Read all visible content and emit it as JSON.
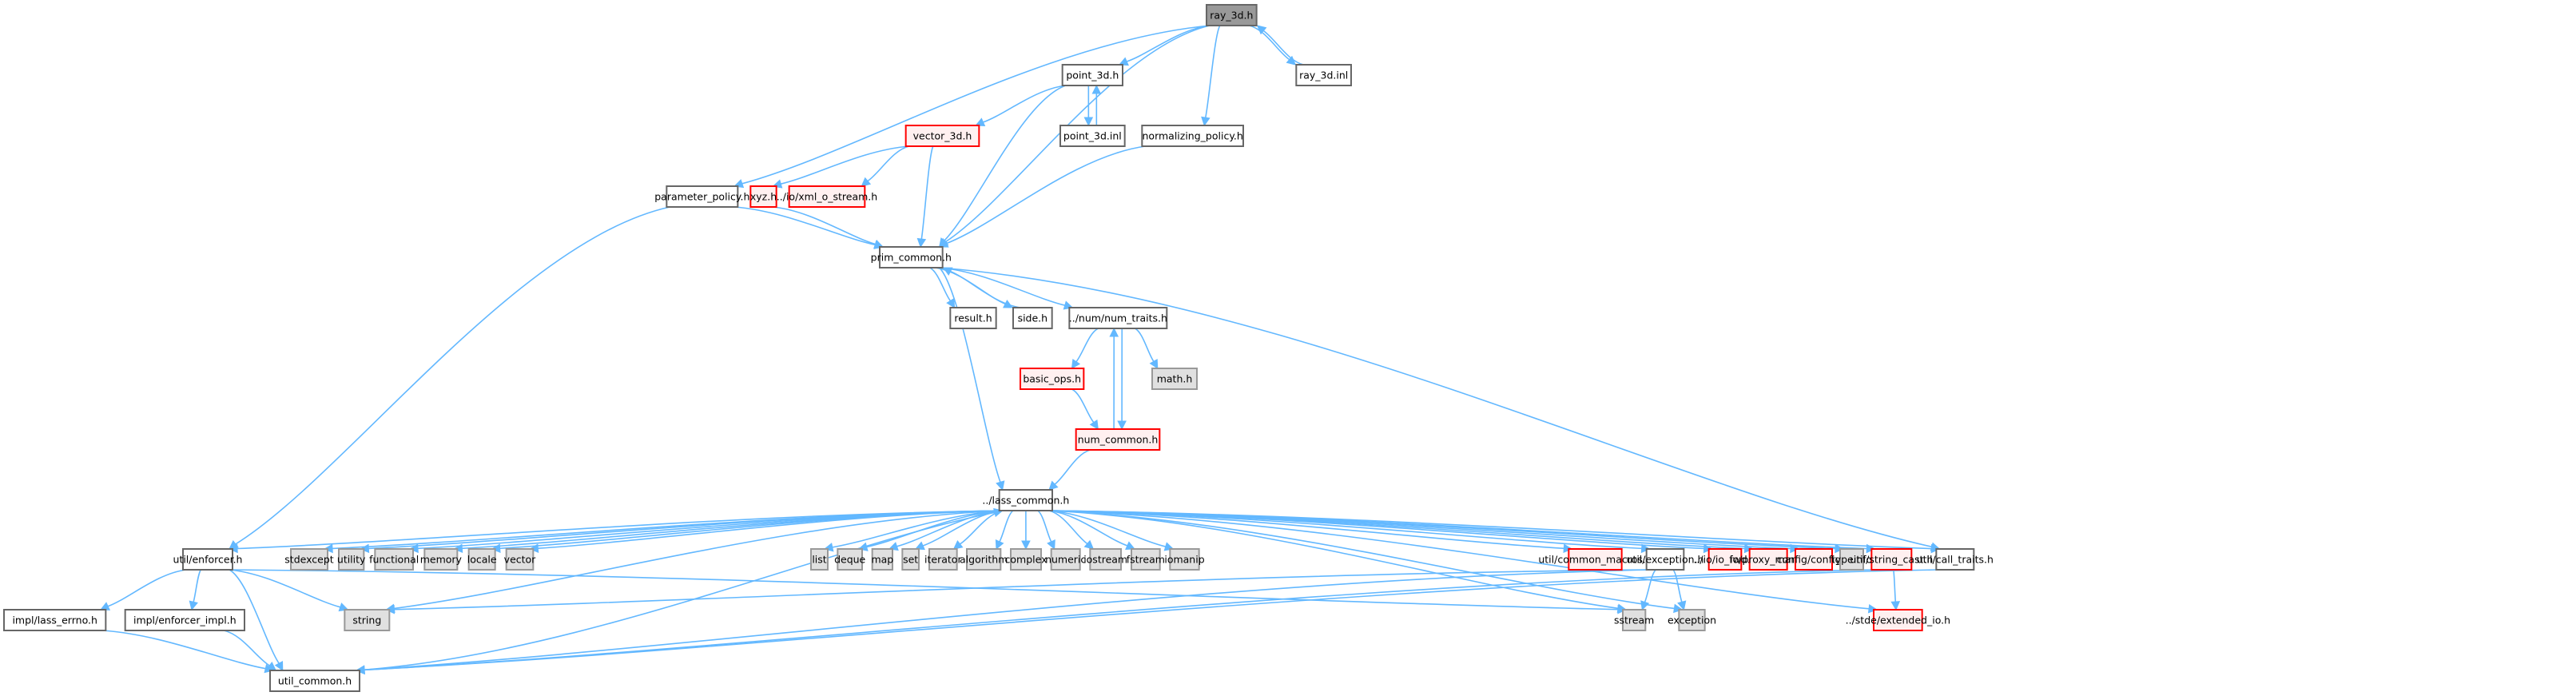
{
  "diagram": {
    "title": "ray_3d.h include dependency graph",
    "colors": {
      "edge": "#63b8ff",
      "focus_fill": "#999999",
      "focus_border": "#666666",
      "normal_fill": "#ffffff",
      "normal_border": "#666666",
      "system_fill": "#e0e0e0",
      "system_border": "#999999",
      "missing_fill": "#fff0f0",
      "missing_border": "#ff0000"
    },
    "nodes": [
      {
        "id": "ray_3d_h",
        "label": "ray_3d.h",
        "kind": "focus"
      },
      {
        "id": "point_3d_h",
        "label": "point_3d.h",
        "kind": "normal"
      },
      {
        "id": "ray_3d_inl",
        "label": "ray_3d.inl",
        "kind": "normal"
      },
      {
        "id": "vector_3d_h",
        "label": "vector_3d.h",
        "kind": "missing"
      },
      {
        "id": "point_3d_inl",
        "label": "point_3d.inl",
        "kind": "normal"
      },
      {
        "id": "normalizing_policy_h",
        "label": "normalizing_policy.h",
        "kind": "normal"
      },
      {
        "id": "parameter_policy_h",
        "label": "parameter_policy.h",
        "kind": "normal"
      },
      {
        "id": "xyz_h",
        "label": "xyz.h",
        "kind": "missing"
      },
      {
        "id": "xml_o_stream_h",
        "label": "../io/xml_o_stream.h",
        "kind": "missing"
      },
      {
        "id": "prim_common_h",
        "label": "prim_common.h",
        "kind": "normal"
      },
      {
        "id": "result_h",
        "label": "result.h",
        "kind": "normal"
      },
      {
        "id": "side_h",
        "label": "side.h",
        "kind": "normal"
      },
      {
        "id": "num_traits_h",
        "label": "../num/num_traits.h",
        "kind": "normal"
      },
      {
        "id": "basic_ops_h",
        "label": "basic_ops.h",
        "kind": "missing"
      },
      {
        "id": "math_h",
        "label": "math.h",
        "kind": "system"
      },
      {
        "id": "num_common_h",
        "label": "num_common.h",
        "kind": "missing"
      },
      {
        "id": "lass_common_h",
        "label": "../lass_common.h",
        "kind": "normal"
      },
      {
        "id": "enforcer_h",
        "label": "util/enforcer.h",
        "kind": "normal"
      },
      {
        "id": "stdexcept",
        "label": "stdexcept",
        "kind": "system"
      },
      {
        "id": "utility",
        "label": "utility",
        "kind": "system"
      },
      {
        "id": "functional",
        "label": "functional",
        "kind": "system"
      },
      {
        "id": "memory",
        "label": "memory",
        "kind": "system"
      },
      {
        "id": "locale",
        "label": "locale",
        "kind": "system"
      },
      {
        "id": "vector",
        "label": "vector",
        "kind": "system"
      },
      {
        "id": "list",
        "label": "list",
        "kind": "system"
      },
      {
        "id": "deque",
        "label": "deque",
        "kind": "system"
      },
      {
        "id": "map",
        "label": "map",
        "kind": "system"
      },
      {
        "id": "set",
        "label": "set",
        "kind": "system"
      },
      {
        "id": "iterator",
        "label": "iterator",
        "kind": "system"
      },
      {
        "id": "algorithm",
        "label": "algorithm",
        "kind": "system"
      },
      {
        "id": "complex",
        "label": "complex",
        "kind": "system"
      },
      {
        "id": "numeric",
        "label": "numeric",
        "kind": "system"
      },
      {
        "id": "iostream",
        "label": "iostream",
        "kind": "system"
      },
      {
        "id": "fstream",
        "label": "fstream",
        "kind": "system"
      },
      {
        "id": "iomanip",
        "label": "iomanip",
        "kind": "system"
      },
      {
        "id": "common_macros_h",
        "label": "util/common_macros.h",
        "kind": "missing"
      },
      {
        "id": "exception_h",
        "label": "util/exception.h",
        "kind": "normal"
      },
      {
        "id": "io_fwd_h",
        "label": "../io/io_fwd.h",
        "kind": "missing"
      },
      {
        "id": "proxy_man_h",
        "label": "io/proxy_man.h",
        "kind": "missing"
      },
      {
        "id": "config_h",
        "label": "config/config.h",
        "kind": "missing"
      },
      {
        "id": "typeinfo",
        "label": "typeinfo",
        "kind": "system"
      },
      {
        "id": "string_cast_h",
        "label": "util/string_cast.h",
        "kind": "missing"
      },
      {
        "id": "call_traits_h",
        "label": "util/call_traits.h",
        "kind": "normal"
      },
      {
        "id": "lass_errno_h",
        "label": "impl/lass_errno.h",
        "kind": "normal"
      },
      {
        "id": "enforcer_impl_h",
        "label": "impl/enforcer_impl.h",
        "kind": "normal"
      },
      {
        "id": "string",
        "label": "string",
        "kind": "system"
      },
      {
        "id": "sstream",
        "label": "sstream",
        "kind": "system"
      },
      {
        "id": "exception",
        "label": "exception",
        "kind": "system"
      },
      {
        "id": "extended_io_h",
        "label": "../stde/extended_io.h",
        "kind": "missing"
      },
      {
        "id": "util_common_h",
        "label": "util_common.h",
        "kind": "normal"
      }
    ],
    "edges": [
      [
        "ray_3d_h",
        "point_3d_h"
      ],
      [
        "ray_3d_h",
        "ray_3d_inl"
      ],
      [
        "ray_3d_inl",
        "ray_3d_h"
      ],
      [
        "ray_3d_h",
        "normalizing_policy_h"
      ],
      [
        "ray_3d_h",
        "parameter_policy_h"
      ],
      [
        "ray_3d_h",
        "prim_common_h"
      ],
      [
        "point_3d_h",
        "vector_3d_h"
      ],
      [
        "point_3d_h",
        "point_3d_inl"
      ],
      [
        "point_3d_inl",
        "point_3d_h"
      ],
      [
        "point_3d_h",
        "prim_common_h"
      ],
      [
        "vector_3d_h",
        "xyz_h"
      ],
      [
        "vector_3d_h",
        "xml_o_stream_h"
      ],
      [
        "vector_3d_h",
        "prim_common_h"
      ],
      [
        "normalizing_policy_h",
        "prim_common_h"
      ],
      [
        "parameter_policy_h",
        "prim_common_h"
      ],
      [
        "parameter_policy_h",
        "enforcer_h"
      ],
      [
        "xyz_h",
        "prim_common_h"
      ],
      [
        "prim_common_h",
        "result_h"
      ],
      [
        "prim_common_h",
        "side_h"
      ],
      [
        "side_h",
        "prim_common_h"
      ],
      [
        "prim_common_h",
        "num_traits_h"
      ],
      [
        "prim_common_h",
        "lass_common_h"
      ],
      [
        "prim_common_h",
        "call_traits_h"
      ],
      [
        "num_traits_h",
        "basic_ops_h"
      ],
      [
        "num_traits_h",
        "math_h"
      ],
      [
        "num_traits_h",
        "num_common_h"
      ],
      [
        "num_common_h",
        "num_traits_h"
      ],
      [
        "basic_ops_h",
        "num_common_h"
      ],
      [
        "num_common_h",
        "lass_common_h"
      ],
      [
        "lass_common_h",
        "enforcer_h"
      ],
      [
        "lass_common_h",
        "stdexcept"
      ],
      [
        "lass_common_h",
        "utility"
      ],
      [
        "lass_common_h",
        "functional"
      ],
      [
        "lass_common_h",
        "memory"
      ],
      [
        "lass_common_h",
        "locale"
      ],
      [
        "lass_common_h",
        "vector"
      ],
      [
        "lass_common_h",
        "list"
      ],
      [
        "lass_common_h",
        "deque"
      ],
      [
        "lass_common_h",
        "map"
      ],
      [
        "lass_common_h",
        "set"
      ],
      [
        "lass_common_h",
        "iterator"
      ],
      [
        "lass_common_h",
        "algorithm"
      ],
      [
        "lass_common_h",
        "complex"
      ],
      [
        "lass_common_h",
        "numeric"
      ],
      [
        "lass_common_h",
        "iostream"
      ],
      [
        "lass_common_h",
        "fstream"
      ],
      [
        "lass_common_h",
        "iomanip"
      ],
      [
        "lass_common_h",
        "common_macros_h"
      ],
      [
        "lass_common_h",
        "exception_h"
      ],
      [
        "lass_common_h",
        "io_fwd_h"
      ],
      [
        "lass_common_h",
        "proxy_man_h"
      ],
      [
        "lass_common_h",
        "config_h"
      ],
      [
        "lass_common_h",
        "typeinfo"
      ],
      [
        "lass_common_h",
        "string_cast_h"
      ],
      [
        "lass_common_h",
        "call_traits_h"
      ],
      [
        "lass_common_h",
        "string"
      ],
      [
        "lass_common_h",
        "sstream"
      ],
      [
        "lass_common_h",
        "exception"
      ],
      [
        "lass_common_h",
        "extended_io_h"
      ],
      [
        "enforcer_h",
        "lass_errno_h"
      ],
      [
        "enforcer_h",
        "enforcer_impl_h"
      ],
      [
        "enforcer_h",
        "string"
      ],
      [
        "enforcer_h",
        "util_common_h"
      ],
      [
        "enforcer_h",
        "sstream"
      ],
      [
        "lass_errno_h",
        "util_common_h"
      ],
      [
        "enforcer_impl_h",
        "util_common_h"
      ],
      [
        "util_common_h",
        "lass_common_h"
      ],
      [
        "exception_h",
        "sstream"
      ],
      [
        "exception_h",
        "exception"
      ],
      [
        "exception_h",
        "string"
      ],
      [
        "exception_h",
        "util_common_h"
      ],
      [
        "string_cast_h",
        "extended_io_h"
      ],
      [
        "string_cast_h",
        "util_common_h"
      ],
      [
        "call_traits_h",
        "util_common_h"
      ]
    ]
  }
}
